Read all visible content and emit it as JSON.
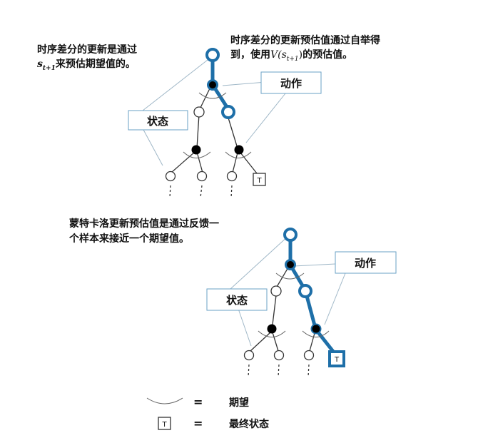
{
  "annotations": {
    "td_text_line1": "时序差分的更新是通过",
    "td_text_line2_prefix": "s",
    "td_text_line2_sub": "t+1",
    "td_text_line2_rest": "来预估期望值的。",
    "td_bootstrap_line1": "时序差分的更新预估值通过自举得",
    "td_bootstrap_line2_prefix": "到，使用",
    "td_bootstrap_line2_math": "V(s",
    "td_bootstrap_line2_sub": "t+1",
    "td_bootstrap_line2_math_close": ")",
    "td_bootstrap_line2_suffix": "的预估值。",
    "mc_text_line1": "蒙特卡洛更新预估值是通过反馈一",
    "mc_text_line2": "个样本来接近一个期望值。"
  },
  "labels": {
    "action": "动作",
    "state": "状态",
    "terminal": "T"
  },
  "legend": {
    "expectation_symbol_eq": "=",
    "expectation_label": "期望",
    "terminal_symbol": "T",
    "terminal_eq": "=",
    "terminal_label": "最终状态"
  },
  "colors": {
    "highlight": "#1e6fa8",
    "callout_border": "#6aa1c6",
    "node_fill_action": "#000000",
    "node_fill_state": "#ffffff",
    "edge_default": "#222222",
    "edge_light": "#666666"
  }
}
